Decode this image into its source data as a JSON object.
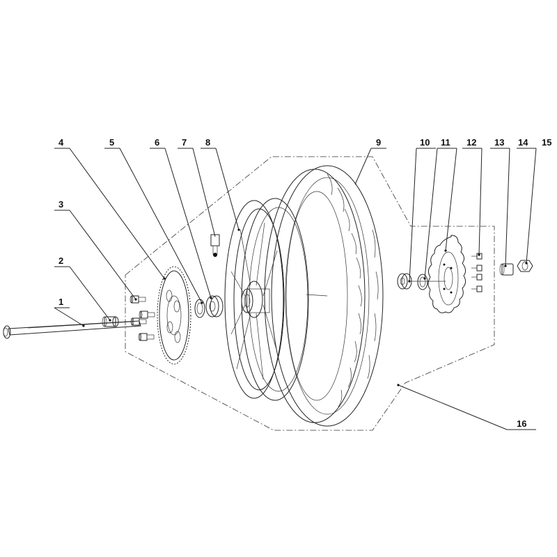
{
  "callouts": {
    "c1": "1",
    "c2": "2",
    "c3": "3",
    "c4": "4",
    "c5": "5",
    "c6": "6",
    "c7": "7",
    "c8": "8",
    "c9": "9",
    "c10": "10",
    "c11": "11",
    "c12": "12",
    "c13": "13",
    "c14": "14",
    "c15": "15",
    "c16": "16"
  },
  "colors": {
    "line": "#222222",
    "background": "#ffffff"
  }
}
